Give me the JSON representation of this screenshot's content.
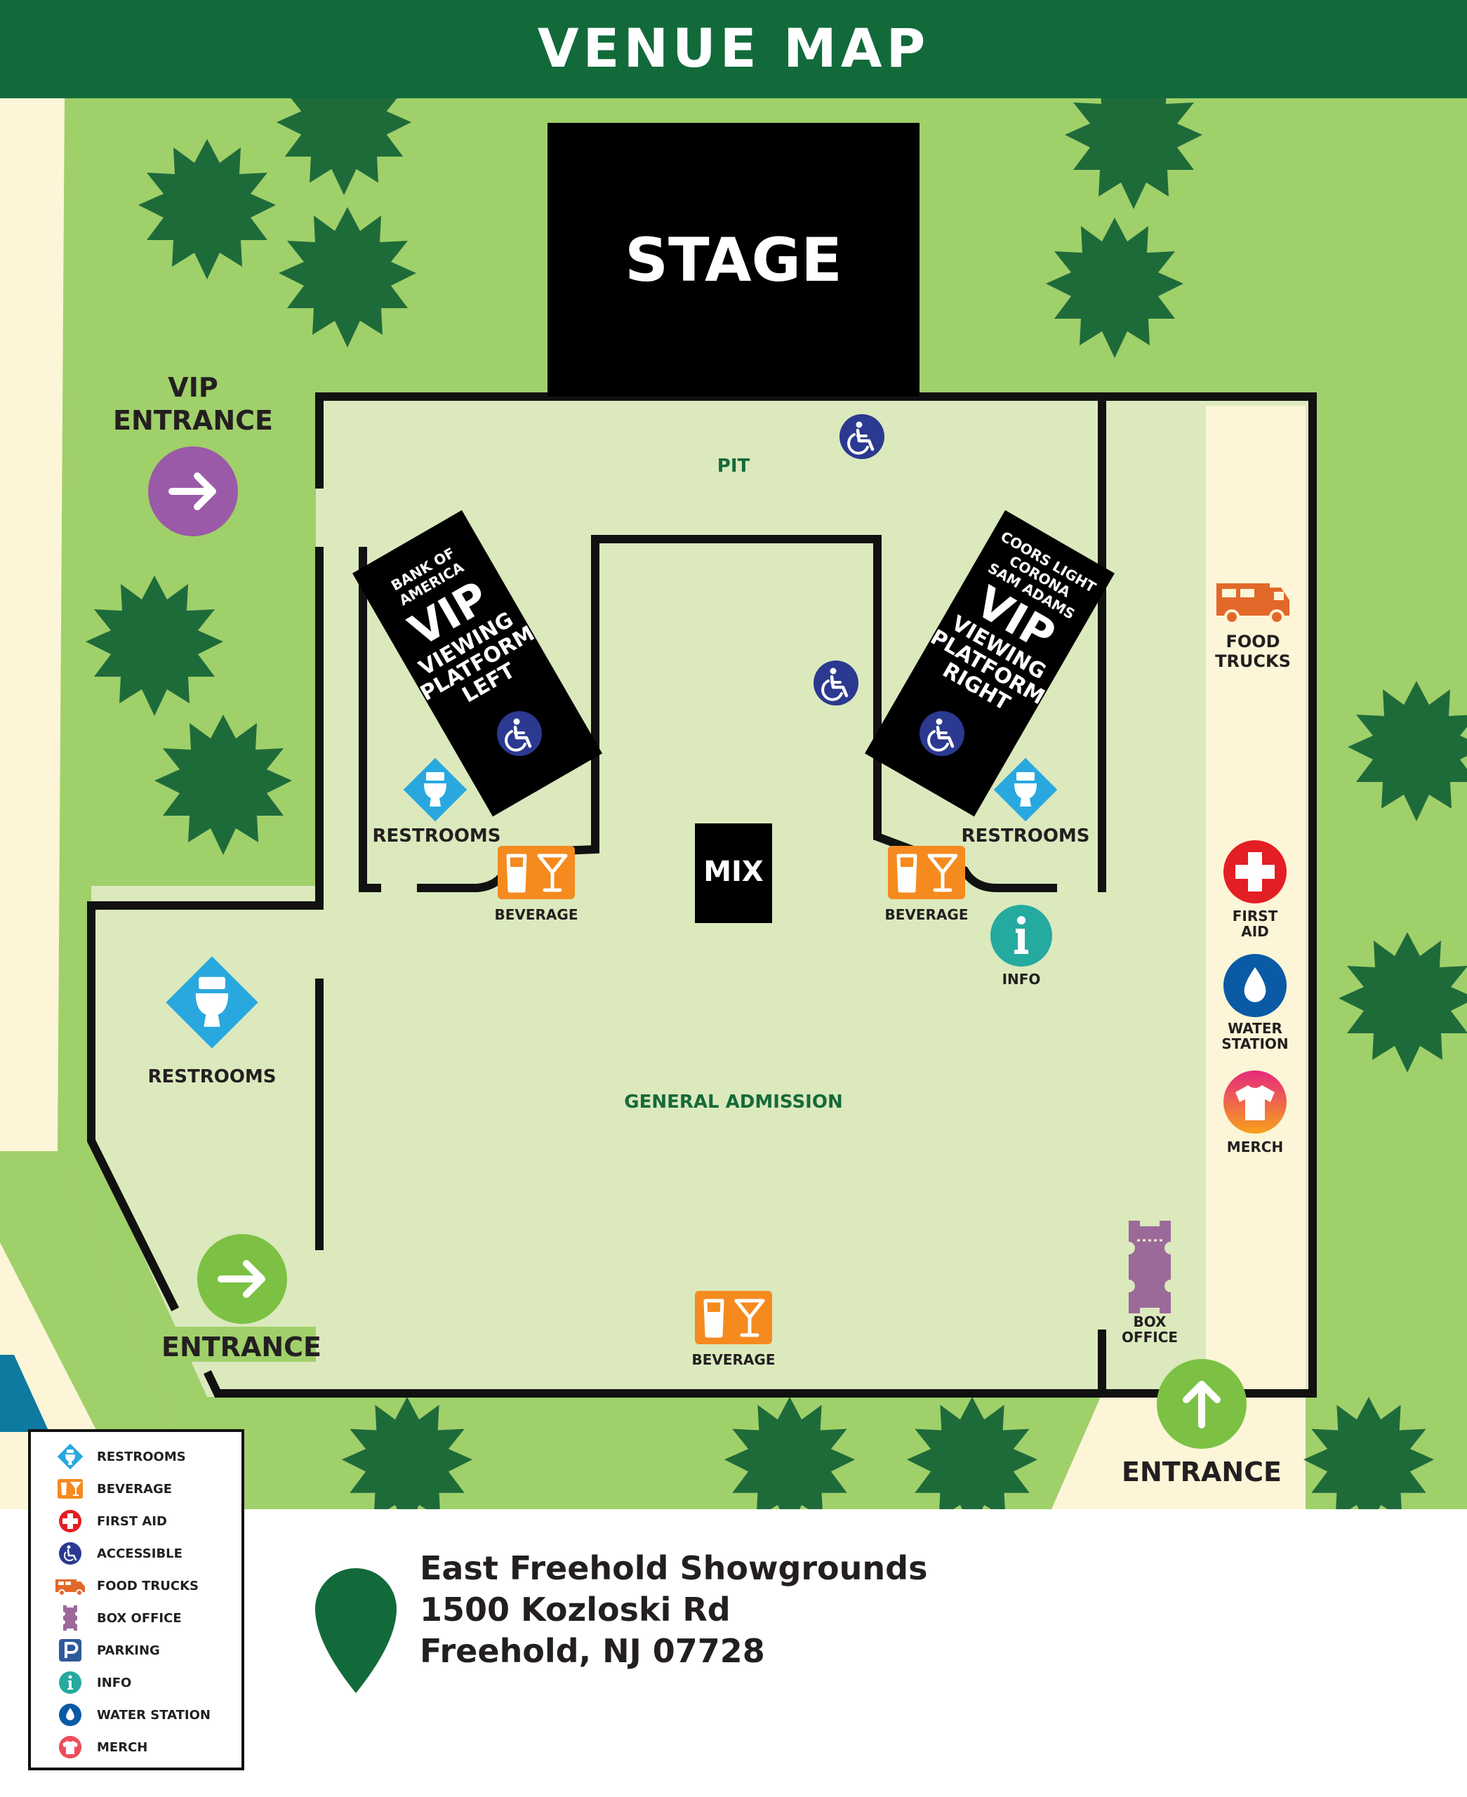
{
  "header": {
    "title": "VENUE MAP"
  },
  "colors": {
    "header_green": "#126a3b",
    "grass": "#a0d06a",
    "venue_floor": "#dbe9bd",
    "path": "#fcf5d7",
    "tree": "#1e6b3a",
    "stage": "#000000",
    "restroom": "#29a8e0",
    "beverage": "#f58a1f",
    "first_aid": "#e31e24",
    "accessible": "#2b3990",
    "food_trucks": "#e2682a",
    "box_office": "#9b6a99",
    "parking": "#2e5a9c",
    "info": "#25aaa0",
    "water": "#0a5aa5",
    "vip_entrance": "#9a5aa8",
    "entrance": "#7cc144"
  },
  "map": {
    "stage": "STAGE",
    "pit": "PIT",
    "general_admission": "GENERAL ADMISSION",
    "mix": "MIX",
    "vip_entrance_line1": "VIP",
    "vip_entrance_line2": "ENTRANCE",
    "entrance_left": "ENTRANCE",
    "entrance_right": "ENTRANCE",
    "vip_left": {
      "sponsor_line1": "BANK OF",
      "sponsor_line2": "AMERICA",
      "vip": "VIP",
      "line1": "VIEWING",
      "line2": "PLATFORM",
      "line3": "LEFT"
    },
    "vip_right": {
      "sponsor_line1": "COORS LIGHT",
      "sponsor_line2": "CORONA",
      "sponsor_line3": "SAM ADAMS",
      "vip": "VIP",
      "line1": "VIEWING",
      "line2": "PLATFORM",
      "line3": "RIGHT"
    },
    "restrooms_left_inner": "RESTROOMS",
    "restrooms_right_inner": "RESTROOMS",
    "restrooms_outer": "RESTROOMS",
    "beverage_left": "BEVERAGE",
    "beverage_right": "BEVERAGE",
    "beverage_bottom": "BEVERAGE",
    "info": "INFO",
    "food_trucks_line1": "FOOD",
    "food_trucks_line2": "TRUCKS",
    "first_aid_line1": "FIRST",
    "first_aid_line2": "AID",
    "water_line1": "WATER",
    "water_line2": "STATION",
    "merch": "MERCH",
    "box_office_line1": "BOX",
    "box_office_line2": "OFFICE"
  },
  "legend": [
    {
      "icon": "restroom-icon",
      "label": "RESTROOMS"
    },
    {
      "icon": "beverage-icon",
      "label": "BEVERAGE"
    },
    {
      "icon": "first-aid-icon",
      "label": "FIRST AID"
    },
    {
      "icon": "accessible-icon",
      "label": "ACCESSIBLE"
    },
    {
      "icon": "food-truck-icon",
      "label": "FOOD TRUCKS"
    },
    {
      "icon": "ticket-icon",
      "label": "BOX OFFICE"
    },
    {
      "icon": "parking-icon",
      "label": "PARKING"
    },
    {
      "icon": "info-icon",
      "label": "INFO"
    },
    {
      "icon": "water-drop-icon",
      "label": "WATER STATION"
    },
    {
      "icon": "shirt-icon",
      "label": "MERCH"
    }
  ],
  "address": {
    "line1": "East Freehold Showgrounds",
    "line2": "1500 Kozloski Rd",
    "line3": "Freehold, NJ 07728"
  }
}
